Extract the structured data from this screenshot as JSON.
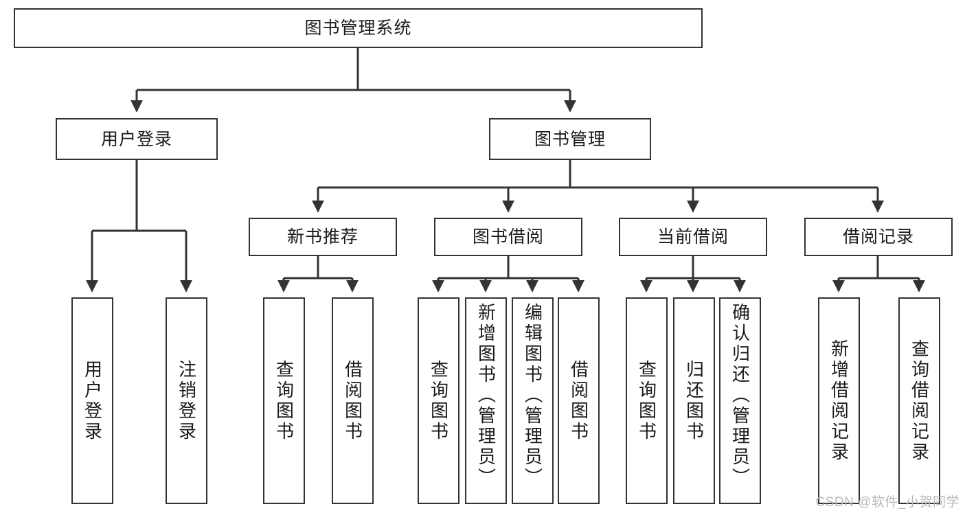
{
  "diagram": {
    "title": "图书管理系统",
    "root": {
      "id": "root",
      "label": "图书管理系统"
    },
    "level1": [
      {
        "id": "user-login",
        "label": "用户登录"
      },
      {
        "id": "book-manage",
        "label": "图书管理"
      }
    ],
    "level2": [
      {
        "id": "new-book-rec",
        "label": "新书推荐"
      },
      {
        "id": "book-borrow",
        "label": "图书借阅"
      },
      {
        "id": "current-borrow",
        "label": "当前借阅"
      },
      {
        "id": "borrow-record",
        "label": "借阅记录"
      }
    ],
    "leaves": {
      "user_login": [
        {
          "id": "leaf-user-login",
          "label": "用户登录"
        },
        {
          "id": "leaf-logout-login",
          "label": "注销登录"
        }
      ],
      "new_book_rec": [
        {
          "id": "leaf-query-book-1",
          "label": "查询图书"
        },
        {
          "id": "leaf-borrow-book-1",
          "label": "借阅图书"
        }
      ],
      "book_borrow": [
        {
          "id": "leaf-query-book-2",
          "label": "查询图书"
        },
        {
          "id": "leaf-add-book",
          "label": "新增图书（管理员）"
        },
        {
          "id": "leaf-edit-book",
          "label": "编辑图书（管理员）"
        },
        {
          "id": "leaf-borrow-book-2",
          "label": "借阅图书"
        }
      ],
      "current_borrow": [
        {
          "id": "leaf-query-book-3",
          "label": "查询图书"
        },
        {
          "id": "leaf-return-book",
          "label": "归还图书"
        },
        {
          "id": "leaf-confirm-return",
          "label": "确认归还（管理员）"
        }
      ],
      "borrow_record": [
        {
          "id": "leaf-add-record",
          "label": "新增借阅记录"
        },
        {
          "id": "leaf-query-record",
          "label": "查询借阅记录"
        }
      ]
    }
  },
  "watermark": "CSDN @软件_小贺同学",
  "colors": {
    "stroke": "#333333",
    "text": "#1a1a1a",
    "background": "#ffffff",
    "watermark": "#b9b9b9"
  }
}
